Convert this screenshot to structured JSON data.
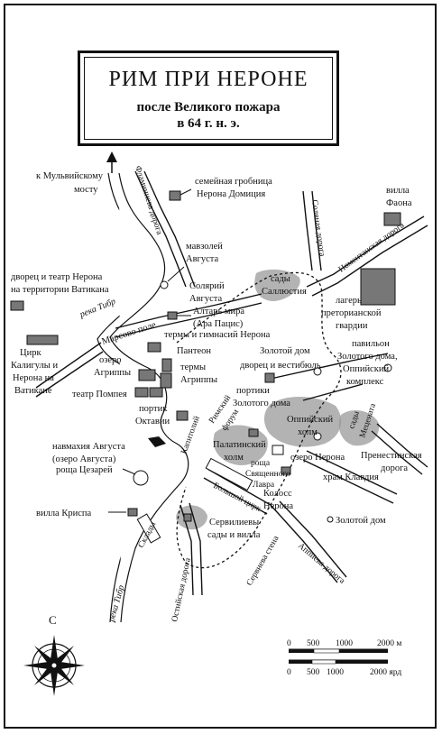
{
  "title": {
    "main": "РИМ ПРИ НЕРОНЕ",
    "line1": "после Великого пожара",
    "line2": "в 64 г. н. э."
  },
  "labels": {
    "milvian": [
      "к Мульвийскому",
      "мосту"
    ],
    "flaminia": "Фламиниева дорога",
    "domitii": [
      "семейная гробница",
      "Нерона Домиция"
    ],
    "villa_phaon": [
      "вилла",
      "Фаона"
    ],
    "salaria": "Соляная дорога",
    "nomentana": "Номентанская дорога",
    "mausoleum": [
      "мавзолей",
      "Августа"
    ],
    "vatican_palace": [
      "дворец и театр Нерона",
      "на территории Ватикана"
    ],
    "tiber1": "река Тибр",
    "sallust": [
      "сады",
      "Саллюстия"
    ],
    "sundial": [
      "Солярий",
      "Августа"
    ],
    "ara_pacis": [
      "Алтарь мира",
      "(Ара Пацис)"
    ],
    "campus": "Марсово поле",
    "praetorian": [
      "лагерь",
      "преторианской",
      "гвардии"
    ],
    "thermae_nero": "термы и гимнасий Нерона",
    "pantheon": "Пантеон",
    "circus": [
      "Цирк",
      "Калигулы и",
      "Нерона на",
      "Ватикане"
    ],
    "agrippa_lake": [
      "озеро",
      "Агриппы"
    ],
    "thermae_agrippa": [
      "термы",
      "Агриппы"
    ],
    "golden_house": [
      "Золотой дом",
      "дворец и вестибюль"
    ],
    "pavilion": [
      "павильон",
      "Золотого дома,",
      "Оппийский",
      "комплекс"
    ],
    "pompey": "театр Помпея",
    "porticoes": [
      "портики",
      "Золотого дома"
    ],
    "octavia": [
      "портик",
      "Октавии"
    ],
    "capitol": "Капитолий",
    "forum": [
      "Римский",
      "форум"
    ],
    "oppian": [
      "Оппийский",
      "холм"
    ],
    "maecenas": [
      "сады",
      "Мецената"
    ],
    "palatine": [
      "Палатинский",
      "холм"
    ],
    "naumachia": [
      "навмахия Августа",
      "(озеро Августа)"
    ],
    "nero_lake": "озеро Нерона",
    "praenestina": [
      "Пренестинская",
      "дорога"
    ],
    "caesars_grove": "роща Цезарей",
    "laurel": [
      "роща",
      "Священного",
      "Лавра"
    ],
    "claudius": "храм Клавдия",
    "colossus": [
      "Колосс",
      "Нерона"
    ],
    "circus_max": "Большой цирк",
    "crispus": "вилла Криспа",
    "servilius": [
      "Сервилиевы",
      "сады и вилла"
    ],
    "golden_house2": "Золотой дом",
    "warehouses": "Склады",
    "servian_wall": "Сервиева стена",
    "appia": "Аппиева дорога",
    "ostiensis": "Остийская дорога",
    "tiber2": "река Тибр"
  },
  "compass": {
    "north": "С"
  },
  "scale": {
    "meters": [
      "0",
      "500",
      "1000",
      "2000 м"
    ],
    "yards": [
      "0",
      "500",
      "1000",
      "2000 ярд"
    ]
  }
}
